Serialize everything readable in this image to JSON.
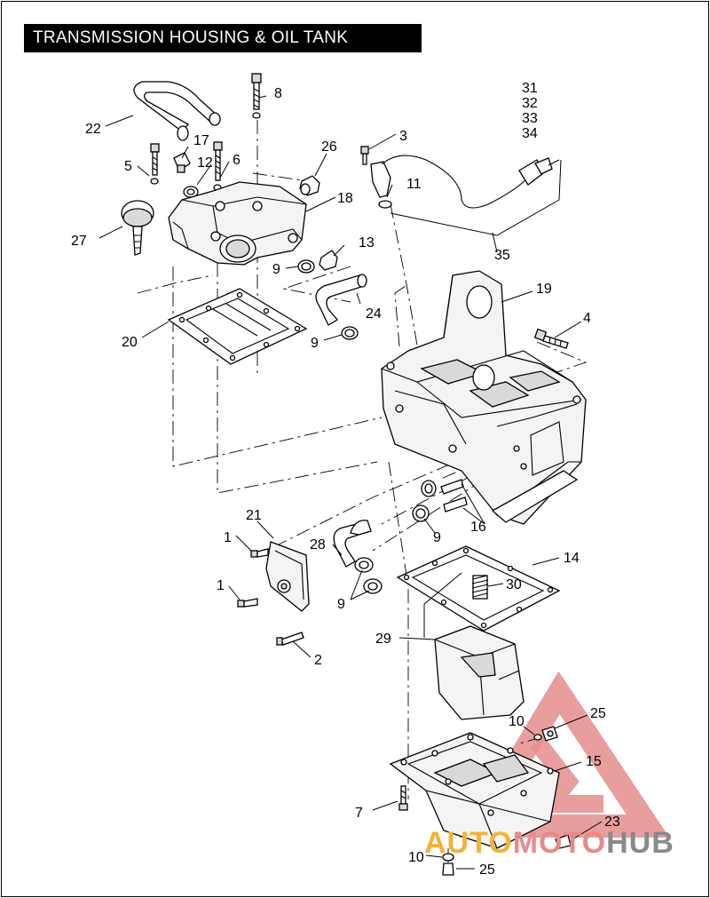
{
  "title": "TRANSMISSION HOUSING & OIL TANK",
  "watermark": {
    "part1": "AUTO",
    "part2": "MOTO",
    "part3": "HUB",
    "color_primary": "#f2b33a",
    "color_secondary": "#e98a8a",
    "color_tertiary": "#8a8a8a"
  },
  "callouts": [
    {
      "id": "c1a",
      "label": "1"
    },
    {
      "id": "c1b",
      "label": "1"
    },
    {
      "id": "c2",
      "label": "2"
    },
    {
      "id": "c3",
      "label": "3"
    },
    {
      "id": "c4",
      "label": "4"
    },
    {
      "id": "c5",
      "label": "5"
    },
    {
      "id": "c6",
      "label": "6"
    },
    {
      "id": "c7",
      "label": "7"
    },
    {
      "id": "c8",
      "label": "8"
    },
    {
      "id": "c9a",
      "label": "9"
    },
    {
      "id": "c9b",
      "label": "9"
    },
    {
      "id": "c9c",
      "label": "9"
    },
    {
      "id": "c9d",
      "label": "9"
    },
    {
      "id": "c10a",
      "label": "10"
    },
    {
      "id": "c10b",
      "label": "10"
    },
    {
      "id": "c11",
      "label": "11"
    },
    {
      "id": "c12",
      "label": "12"
    },
    {
      "id": "c13",
      "label": "13"
    },
    {
      "id": "c14",
      "label": "14"
    },
    {
      "id": "c15",
      "label": "15"
    },
    {
      "id": "c16",
      "label": "16"
    },
    {
      "id": "c17",
      "label": "17"
    },
    {
      "id": "c18",
      "label": "18"
    },
    {
      "id": "c19",
      "label": "19"
    },
    {
      "id": "c20",
      "label": "20"
    },
    {
      "id": "c21",
      "label": "21"
    },
    {
      "id": "c22",
      "label": "22"
    },
    {
      "id": "c23",
      "label": "23"
    },
    {
      "id": "c24",
      "label": "24"
    },
    {
      "id": "c25a",
      "label": "25"
    },
    {
      "id": "c25b",
      "label": "25"
    },
    {
      "id": "c26",
      "label": "26"
    },
    {
      "id": "c27",
      "label": "27"
    },
    {
      "id": "c28",
      "label": "28"
    },
    {
      "id": "c29",
      "label": "29"
    },
    {
      "id": "c30",
      "label": "30"
    },
    {
      "id": "c31",
      "label": "31"
    },
    {
      "id": "c32",
      "label": "32"
    },
    {
      "id": "c33",
      "label": "33"
    },
    {
      "id": "c34",
      "label": "34"
    },
    {
      "id": "c35",
      "label": "35"
    }
  ]
}
